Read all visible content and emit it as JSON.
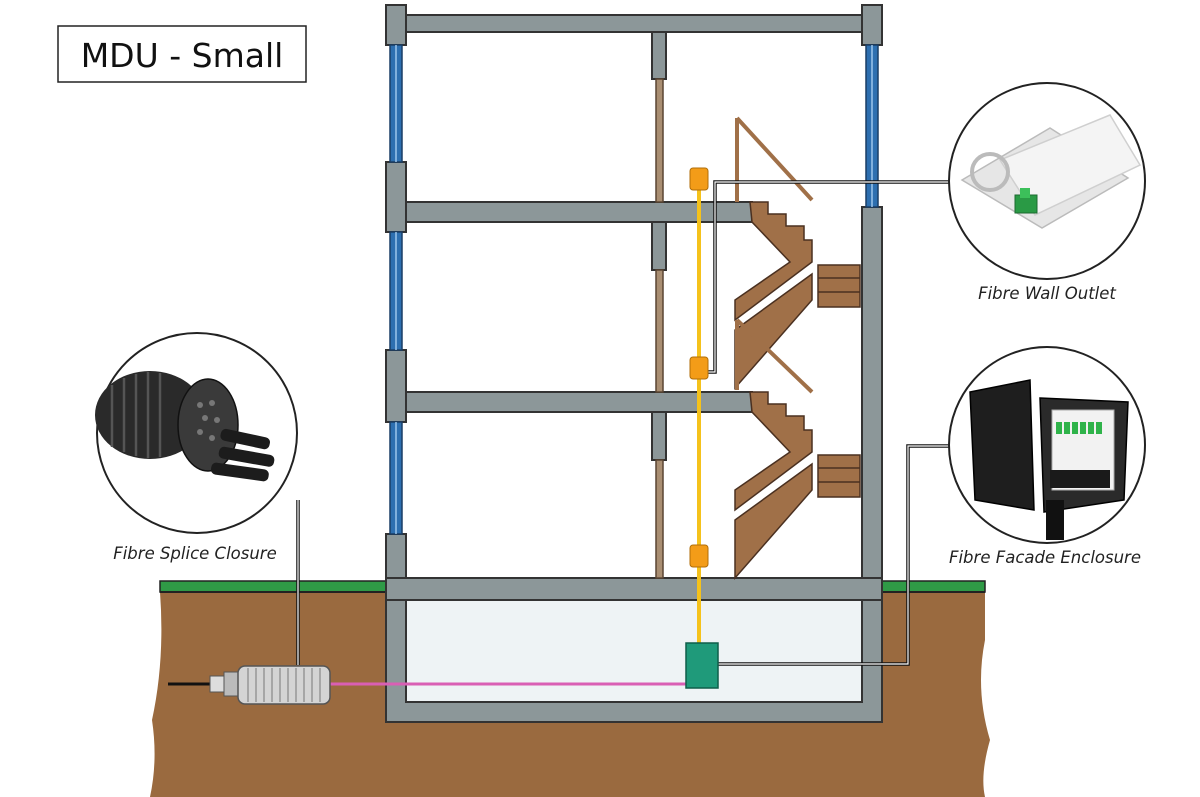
{
  "title": "MDU - Small",
  "callouts": {
    "wall_outlet": "Fibre Wall Outlet",
    "facade_enclosure": "Fibre Facade Enclosure",
    "splice_closure": "Fibre Splice Closure"
  },
  "colors": {
    "ground": "#9a6a3f",
    "grass": "#2f9a46",
    "wall": "#8c9799",
    "wall_edge": "#333333",
    "window": "#2d6fb0",
    "stairs": "#a07048",
    "riser_cable": "#f5c21b",
    "riser_node": "#f39c18",
    "feeder_cable": "#d95fb4",
    "distribution_box": "#1f9a7a",
    "basement_fill": "#eef3f5"
  },
  "icons": [
    "splice-closure-photo-icon",
    "wall-outlet-photo-icon",
    "facade-enclosure-photo-icon"
  ]
}
